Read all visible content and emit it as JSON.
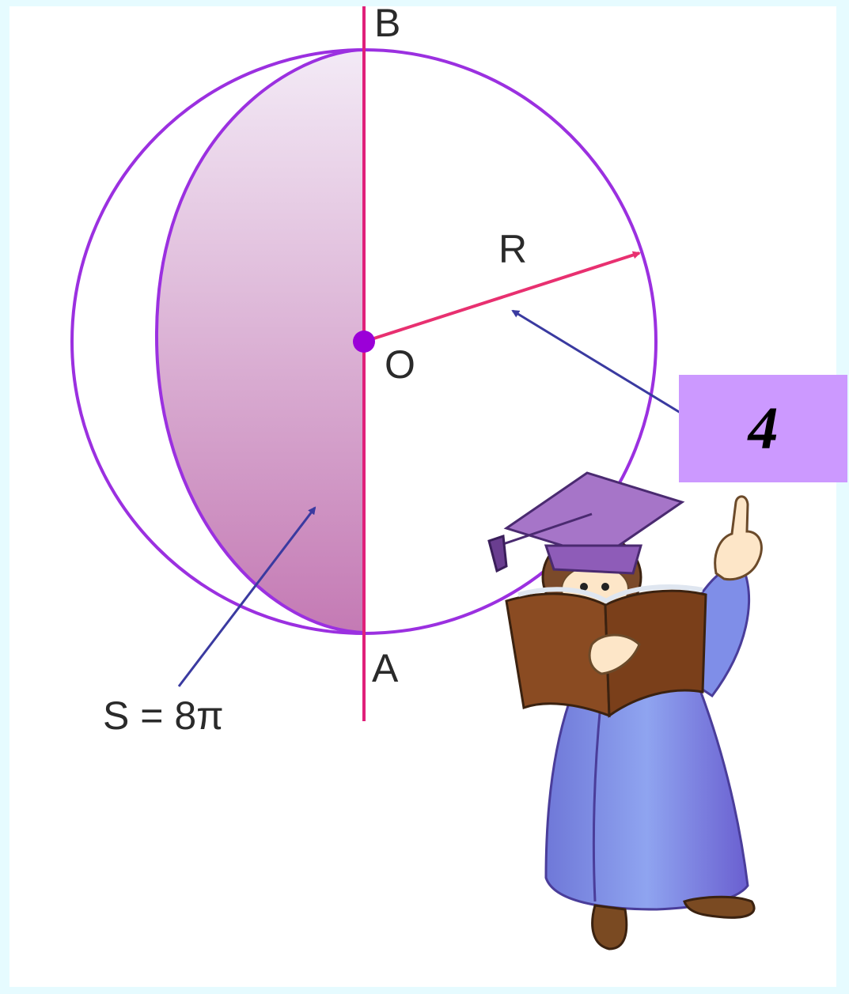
{
  "diagram": {
    "labels": {
      "top_point": "B",
      "bottom_point": "A",
      "center": "O",
      "radius": "R",
      "area": "S = 8π"
    },
    "answer": "4"
  },
  "colors": {
    "background": "#e6fbff",
    "panel": "#ffffff",
    "sphere_outline": "#9b30e0",
    "axis": "#e0207a",
    "radius_arrow": "#e83070",
    "pointer_arrow": "#3a3aa0",
    "answer_box": "#cc99ff",
    "section_fill_top": "#f0e6f4",
    "section_fill_bottom": "#c77fb6"
  },
  "icons": [
    "professor-reading-book-illustration"
  ]
}
